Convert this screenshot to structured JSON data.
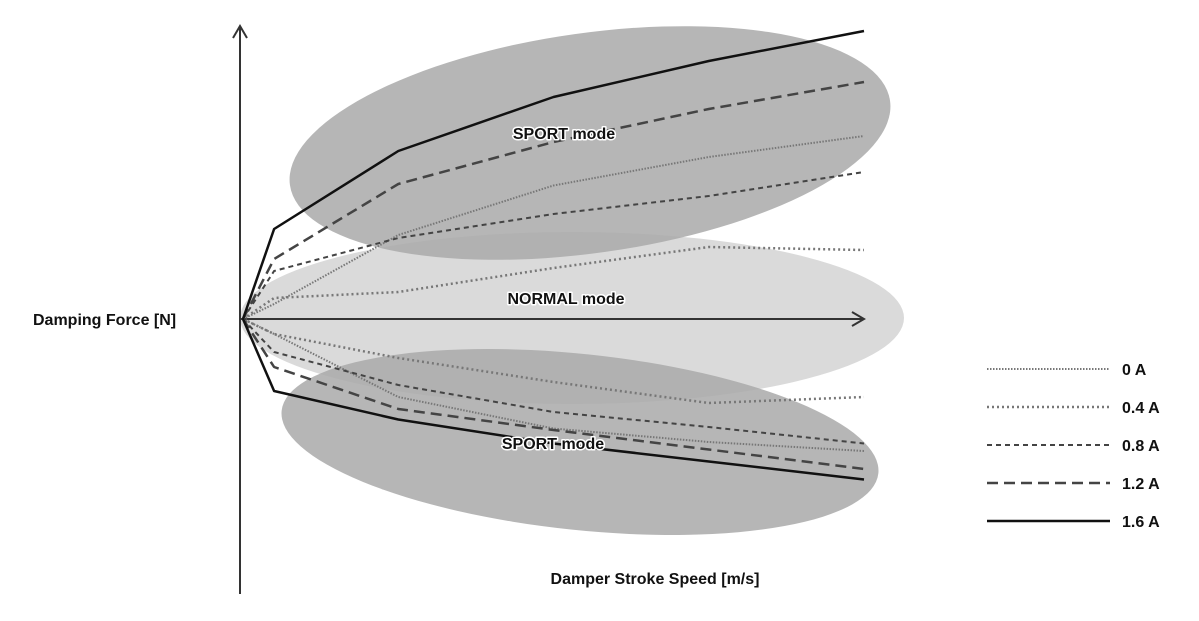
{
  "chart_data": {
    "type": "line",
    "xlabel": "Damper Stroke Speed [m/s]",
    "ylabel": "Damping Force [N]",
    "zones": [
      {
        "label": "SPORT mode",
        "color": "#a9a9a9"
      },
      {
        "label": "NORMAL mode",
        "color": "#dadada"
      },
      {
        "label": "SPORT mode",
        "color": "#a9a9a9"
      }
    ],
    "series": [
      {
        "name": "0 A",
        "style": "dotted-fine",
        "color": "#777777",
        "upper": [
          [
            0,
            0
          ],
          [
            0.5,
            0.5
          ],
          [
            2.5,
            2.8
          ],
          [
            5,
            4.45
          ],
          [
            7.5,
            5.4
          ],
          [
            10,
            6.1
          ]
        ],
        "lower": [
          [
            0,
            0
          ],
          [
            0.5,
            -0.5
          ],
          [
            2.5,
            -2.6
          ],
          [
            5,
            -3.65
          ],
          [
            7.5,
            -4.1
          ],
          [
            10,
            -4.4
          ]
        ]
      },
      {
        "name": "0.4 A",
        "style": "dotted",
        "color": "#777777",
        "upper": [
          [
            0,
            0
          ],
          [
            0.5,
            0.7
          ],
          [
            2.5,
            0.9
          ],
          [
            5,
            1.7
          ],
          [
            7.5,
            2.4
          ],
          [
            10,
            2.3
          ]
        ],
        "lower": [
          [
            0,
            0
          ],
          [
            0.5,
            -0.5
          ],
          [
            2.5,
            -1.3
          ],
          [
            5,
            -2.1
          ],
          [
            7.5,
            -2.8
          ],
          [
            10,
            -2.6
          ]
        ]
      },
      {
        "name": "0.8 A",
        "style": "short-dash",
        "color": "#444444",
        "upper": [
          [
            0,
            0
          ],
          [
            0.5,
            1.6
          ],
          [
            2.5,
            2.7
          ],
          [
            5,
            3.5
          ],
          [
            7.5,
            4.1
          ],
          [
            10,
            4.9
          ]
        ],
        "lower": [
          [
            0,
            0
          ],
          [
            0.5,
            -1.1
          ],
          [
            2.5,
            -2.2
          ],
          [
            5,
            -3.1
          ],
          [
            7.5,
            -3.6
          ],
          [
            10,
            -4.15
          ]
        ]
      },
      {
        "name": "1.2 A",
        "style": "long-dash",
        "color": "#444444",
        "upper": [
          [
            0,
            0
          ],
          [
            0.5,
            2.0
          ],
          [
            2.5,
            4.5
          ],
          [
            5,
            5.9
          ],
          [
            7.5,
            7.0
          ],
          [
            10,
            7.9
          ]
        ],
        "lower": [
          [
            0,
            0
          ],
          [
            0.5,
            -1.6
          ],
          [
            2.5,
            -3.0
          ],
          [
            5,
            -3.7
          ],
          [
            7.5,
            -4.35
          ],
          [
            10,
            -5.0
          ]
        ]
      },
      {
        "name": "1.6 A",
        "style": "solid",
        "color": "#111111",
        "upper": [
          [
            0,
            0
          ],
          [
            0.5,
            3.0
          ],
          [
            2.5,
            5.6
          ],
          [
            5,
            7.4
          ],
          [
            7.5,
            8.6
          ],
          [
            10,
            9.6
          ]
        ],
        "lower": [
          [
            0,
            0
          ],
          [
            0.5,
            -2.4
          ],
          [
            2.5,
            -3.35
          ],
          [
            5,
            -4.15
          ],
          [
            7.5,
            -4.75
          ],
          [
            10,
            -5.35
          ]
        ]
      }
    ]
  }
}
